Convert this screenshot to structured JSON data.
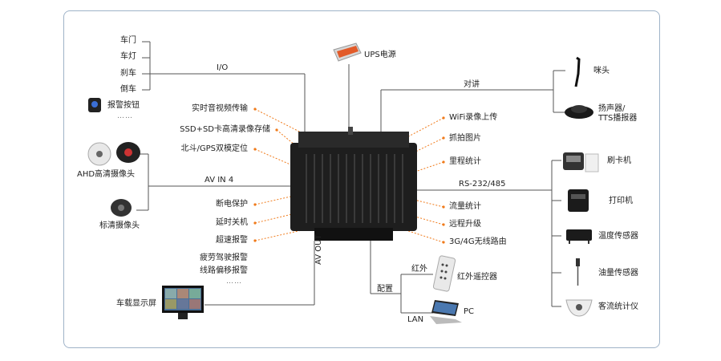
{
  "left_inputs": {
    "io_label": "I/O",
    "items": [
      "车门",
      "车灯",
      "刹车",
      "倒车"
    ],
    "alarm_button": "报警按钮",
    "more": "……"
  },
  "left_cameras": {
    "ahd": "AHD高清摄像头",
    "sd": "标清摄像头",
    "av_in": "AV IN 4"
  },
  "left_features": [
    "实时音视频传输",
    "SSD+SD卡高清录像存储",
    "北斗/GPS双模定位",
    "断电保护",
    "延时关机",
    "超速报警",
    "疲劳驾驶报警",
    "线路偏移报警"
  ],
  "left_more": "……",
  "display": {
    "label": "车载显示屏",
    "av_out": "AV OUT"
  },
  "ups": {
    "label": "UPS电源"
  },
  "right_features": [
    "WiFi录像上传",
    "抓拍图片",
    "里程统计",
    "流量统计",
    "远程升级",
    "3G/4G无线路由"
  ],
  "intercom": {
    "label": "对讲",
    "mic": "咪头",
    "speaker": "扬声器/\nTTS播报器"
  },
  "rs": {
    "label": "RS-232/485",
    "devices": [
      "刷卡机",
      "打印机",
      "温度传感器",
      "油量传感器",
      "客流统计仪"
    ]
  },
  "config": {
    "label": "配置",
    "ir": "红外",
    "ir_remote": "红外遥控器",
    "lan": "LAN",
    "pc": "PC"
  },
  "colors": {
    "frame": "#9fb3c8",
    "wire": "#555555",
    "arrow": "#f07a1a",
    "device": "#1b1b1b"
  }
}
